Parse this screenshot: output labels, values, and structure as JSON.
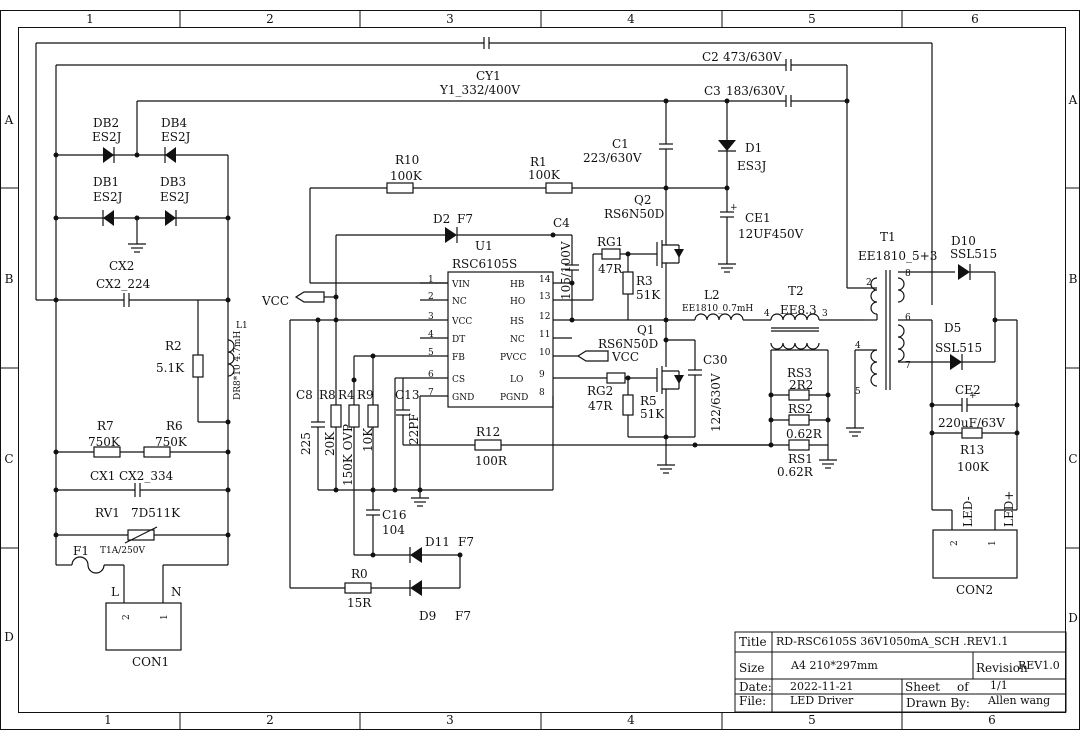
{
  "frame": {
    "columns": [
      "1",
      "2",
      "3",
      "4",
      "5",
      "6"
    ],
    "rows": [
      "A",
      "B",
      "C",
      "D"
    ]
  },
  "title_block": {
    "title_label": "Title",
    "title_value": "RD-RSC6105S 36V1050mA_SCH .REV1.1",
    "size_label": "Size",
    "size_value": "A4 210*297mm",
    "revision_label": "Revision",
    "revision_value": "REV1.0",
    "date_label": "Date:",
    "date_value": "2022-11-21",
    "sheet_label": "Sheet",
    "sheet_of": "of",
    "sheet_value": "1/1",
    "file_label": "File:",
    "file_value": "LED Driver",
    "drawn_label": "Drawn By:",
    "drawn_value": "Allen wang"
  },
  "components": {
    "C2": {
      "ref": "C2",
      "value": "473/630V"
    },
    "CY1": {
      "ref": "CY1",
      "value": "Y1_332/400V"
    },
    "C3": {
      "ref": "C3",
      "value": "183/630V"
    },
    "DB2": {
      "ref": "DB2",
      "value": "ES2J"
    },
    "DB4": {
      "ref": "DB4",
      "value": "ES2J"
    },
    "DB1": {
      "ref": "DB1",
      "value": "ES2J"
    },
    "DB3": {
      "ref": "DB3",
      "value": "ES2J"
    },
    "D1": {
      "ref": "D1",
      "value": "ES3J"
    },
    "C1": {
      "ref": "C1",
      "value": "223/630V"
    },
    "R10": {
      "ref": "R10",
      "value": "100K"
    },
    "R1": {
      "ref": "R1",
      "value": "100K"
    },
    "Q2": {
      "ref": "Q2",
      "value": "RS6N50D"
    },
    "CE1": {
      "ref": "CE1",
      "value": "12UF450V"
    },
    "D2": {
      "ref": "D2",
      "value": "F7"
    },
    "C4": {
      "ref": "C4",
      "value": "105/100V"
    },
    "U1": {
      "ref": "U1",
      "value": "RSC6105S"
    },
    "RG1": {
      "ref": "RG1",
      "value": "47R"
    },
    "R3": {
      "ref": "R3",
      "value": "51K"
    },
    "CX2": {
      "ref": "CX2",
      "value": "CX2_224"
    },
    "R2": {
      "ref": "R2",
      "value": "5.1K"
    },
    "L1": {
      "ref": "L1",
      "value": "DR8*10 4.7mH"
    },
    "L2": {
      "ref": "L2",
      "value": "EE1810_0.7mH"
    },
    "T2": {
      "ref": "T2",
      "value": "EE8.3"
    },
    "T1": {
      "ref": "T1",
      "value": "EE1810_5+3"
    },
    "D10": {
      "ref": "D10",
      "value": "SSL515"
    },
    "D5": {
      "ref": "D5",
      "value": "SSL515"
    },
    "Q1": {
      "ref": "Q1",
      "value": "RS6N50D"
    },
    "C30": {
      "ref": "C30",
      "value": "122/630V"
    },
    "RG2": {
      "ref": "RG2",
      "value": "47R"
    },
    "R5": {
      "ref": "R5",
      "value": "51K"
    },
    "RS3": {
      "ref": "RS3",
      "value": "2R2"
    },
    "RS2": {
      "ref": "RS2",
      "value": "0.62R"
    },
    "RS1": {
      "ref": "RS1",
      "value": "0.62R"
    },
    "CE2": {
      "ref": "CE2",
      "value": "220uF/63V"
    },
    "R13": {
      "ref": "R13",
      "value": "100K"
    },
    "R7": {
      "ref": "R7",
      "value": "750K"
    },
    "R6": {
      "ref": "R6",
      "value": "750K"
    },
    "CX1": {
      "ref": "CX1",
      "value": "CX2_334"
    },
    "RV1": {
      "ref": "RV1",
      "value": "7D511K"
    },
    "F1": {
      "ref": "F1",
      "value": "T1A/250V"
    },
    "C8": {
      "ref": "C8",
      "value": "225"
    },
    "R8": {
      "ref": "R8",
      "value": "20K"
    },
    "R4": {
      "ref": "R4",
      "value": "150K OVP"
    },
    "R9": {
      "ref": "R9",
      "value": "10K"
    },
    "C13": {
      "ref": "C13",
      "value": "22PF"
    },
    "R12": {
      "ref": "R12",
      "value": "100R"
    },
    "C16": {
      "ref": "C16",
      "value": "104"
    },
    "D11": {
      "ref": "D11",
      "value": "F7"
    },
    "R0": {
      "ref": "R0",
      "value": "15R"
    },
    "D9": {
      "ref": "D9",
      "value": "F7"
    },
    "CON1": {
      "ref": "CON1",
      "pin_l": "L",
      "pin_n": "N",
      "pin2": "2",
      "pin1": "1"
    },
    "CON2": {
      "ref": "CON2",
      "pin2": "2",
      "pin1": "1",
      "led_minus": "LED-",
      "led_plus": "LED+"
    }
  },
  "ic_pins": {
    "left": [
      {
        "num": "1",
        "name": "VIN"
      },
      {
        "num": "2",
        "name": "NC"
      },
      {
        "num": "3",
        "name": "VCC"
      },
      {
        "num": "4",
        "name": "DT"
      },
      {
        "num": "5",
        "name": "FB"
      },
      {
        "num": "6",
        "name": "CS"
      },
      {
        "num": "7",
        "name": "GND"
      }
    ],
    "right": [
      {
        "num": "14",
        "name": "HB"
      },
      {
        "num": "13",
        "name": "HO"
      },
      {
        "num": "12",
        "name": "HS"
      },
      {
        "num": "11",
        "name": "NC"
      },
      {
        "num": "10",
        "name": "PVCC"
      },
      {
        "num": "9",
        "name": "LO"
      },
      {
        "num": "8",
        "name": "PGND"
      }
    ]
  },
  "nets": {
    "vcc_left": "VCC",
    "vcc_right": "VCC"
  },
  "transformer_pins": {
    "t2_pin4": "4",
    "t2_pin3": "3",
    "t1_pin2": "2",
    "t1_pin4": "4",
    "t1_pin5": "5",
    "t1_pin8": "8",
    "t1_pin6": "6",
    "t1_pin7": "7"
  }
}
